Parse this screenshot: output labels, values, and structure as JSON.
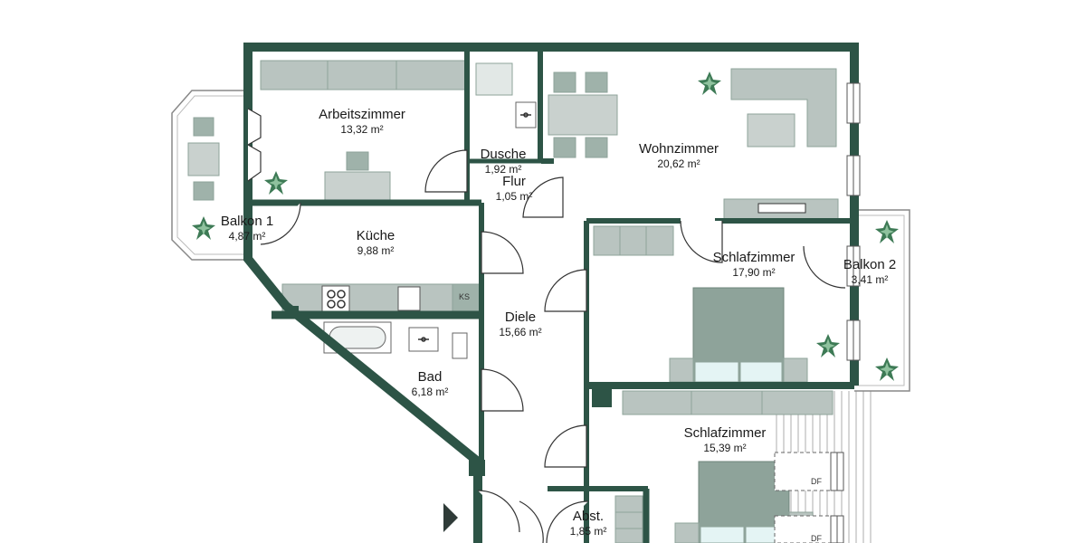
{
  "floorplan": {
    "rooms": [
      {
        "name": "Arbeitszimmer",
        "area": "13,32 m²"
      },
      {
        "name": "Dusche",
        "area": "1,92 m²"
      },
      {
        "name": "Flur",
        "area": "1,05 m²"
      },
      {
        "name": "Wohnzimmer",
        "area": "20,62 m²"
      },
      {
        "name": "Balkon 1",
        "area": "4,87 m²"
      },
      {
        "name": "Küche",
        "area": "9,88 m²"
      },
      {
        "name": "Schlafzimmer",
        "area": "17,90 m²"
      },
      {
        "name": "Balkon 2",
        "area": "3,41 m²"
      },
      {
        "name": "Diele",
        "area": "15,66 m²"
      },
      {
        "name": "Bad",
        "area": "6,18 m²"
      },
      {
        "name": "Schlafzimmer",
        "area": "15,39 m²"
      },
      {
        "name": "Abst.",
        "area": "1,85 m²"
      }
    ],
    "tags": {
      "fridge": "KS",
      "dormer_1": "DF",
      "dormer_2": "DF"
    },
    "colors": {
      "wall": "#2d5446",
      "furniture": "#b9c4c0",
      "furniture_dark": "#8ea39a",
      "plant": "#3d7a55"
    }
  }
}
